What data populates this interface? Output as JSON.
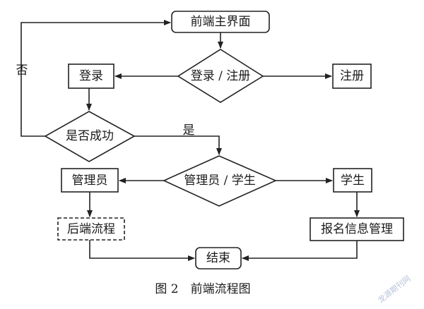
{
  "nodes": {
    "main": "前端主界面",
    "login_register": "登录 / 注册",
    "login": "登录",
    "register": "注册",
    "success": "是否成功",
    "admin_student": "管理员 / 学生",
    "admin": "管理员",
    "student": "学生",
    "backend": "后端流程",
    "signup": "报名信息管理",
    "end": "结束"
  },
  "edge_labels": {
    "no": "否",
    "yes": "是"
  },
  "caption": "图 2　前端流程图",
  "watermark": "龙源期刊网"
}
